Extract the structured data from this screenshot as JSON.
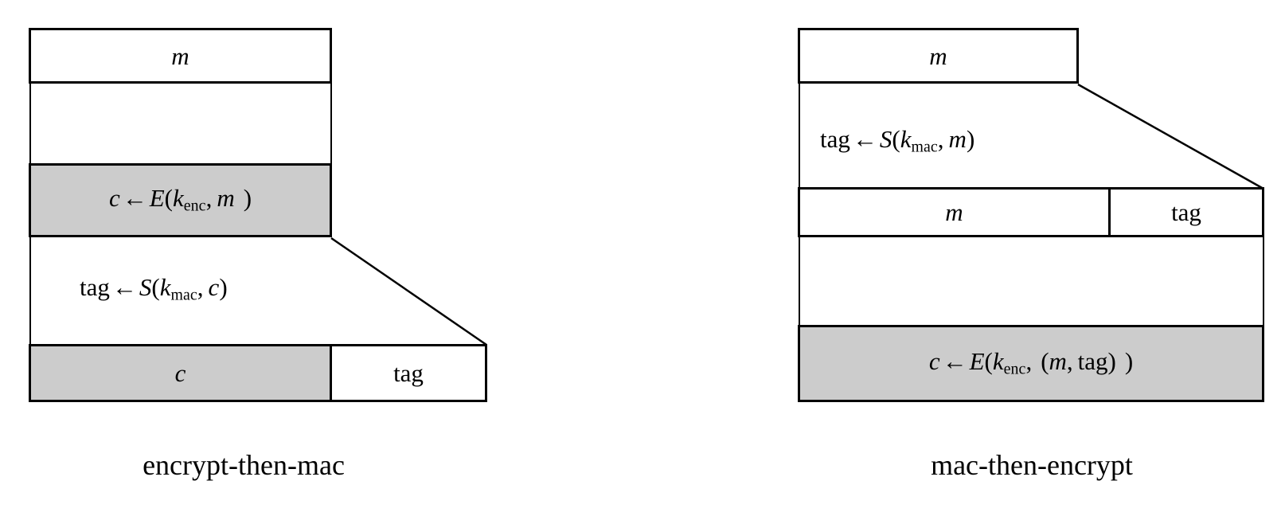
{
  "figure": {
    "background_color": "#ffffff",
    "stroke_color": "#000000",
    "shaded_fill_color": "#cccccc"
  },
  "diagrams": [
    {
      "id": "encrypt-then-mac",
      "caption": "encrypt-then-mac",
      "rows": [
        {
          "id": "plaintext",
          "label": "m",
          "shaded": false
        },
        {
          "id": "encrypt-step",
          "label": "c ← E(k_enc, m )",
          "shaded": true,
          "parts": {
            "lhs": "c",
            "arrow": "←",
            "fn": "E",
            "open": "(",
            "key": "k",
            "keysub": "enc",
            "comma": ",",
            "arg": "m",
            "close": ")"
          }
        },
        {
          "id": "mac-step",
          "label": "tag ← S(k_mac, c)",
          "shaded": false,
          "parts": {
            "lhs": "tag",
            "arrow": "←",
            "fn": "S",
            "open": "(",
            "key": "k",
            "keysub": "mac",
            "comma": ",",
            "arg": "c",
            "close": ")"
          }
        },
        {
          "id": "output-left",
          "label": "c",
          "shaded": true
        },
        {
          "id": "output-right",
          "label": "tag",
          "shaded": false
        }
      ]
    },
    {
      "id": "mac-then-encrypt",
      "caption": "mac-then-encrypt",
      "rows": [
        {
          "id": "plaintext",
          "label": "m",
          "shaded": false
        },
        {
          "id": "mac-step",
          "label": "tag ← S(k_mac, m)",
          "shaded": false,
          "parts": {
            "lhs": "tag",
            "arrow": "←",
            "fn": "S",
            "open": "(",
            "key": "k",
            "keysub": "mac",
            "comma": ",",
            "arg": "m",
            "close": ")"
          }
        },
        {
          "id": "concat-left",
          "label": "m",
          "shaded": false
        },
        {
          "id": "concat-right",
          "label": "tag",
          "shaded": false
        },
        {
          "id": "encrypt-step",
          "label": "c ← E(k_enc, (m, tag) )",
          "shaded": true,
          "parts": {
            "lhs": "c",
            "arrow": "←",
            "fn": "E",
            "open": "(",
            "key": "k",
            "keysub": "enc",
            "comma": ",",
            "arg_open": "(",
            "arg1": "m",
            "arg_comma": ",",
            "arg2": "tag",
            "arg_close": ")",
            "close": ")"
          }
        }
      ]
    }
  ]
}
